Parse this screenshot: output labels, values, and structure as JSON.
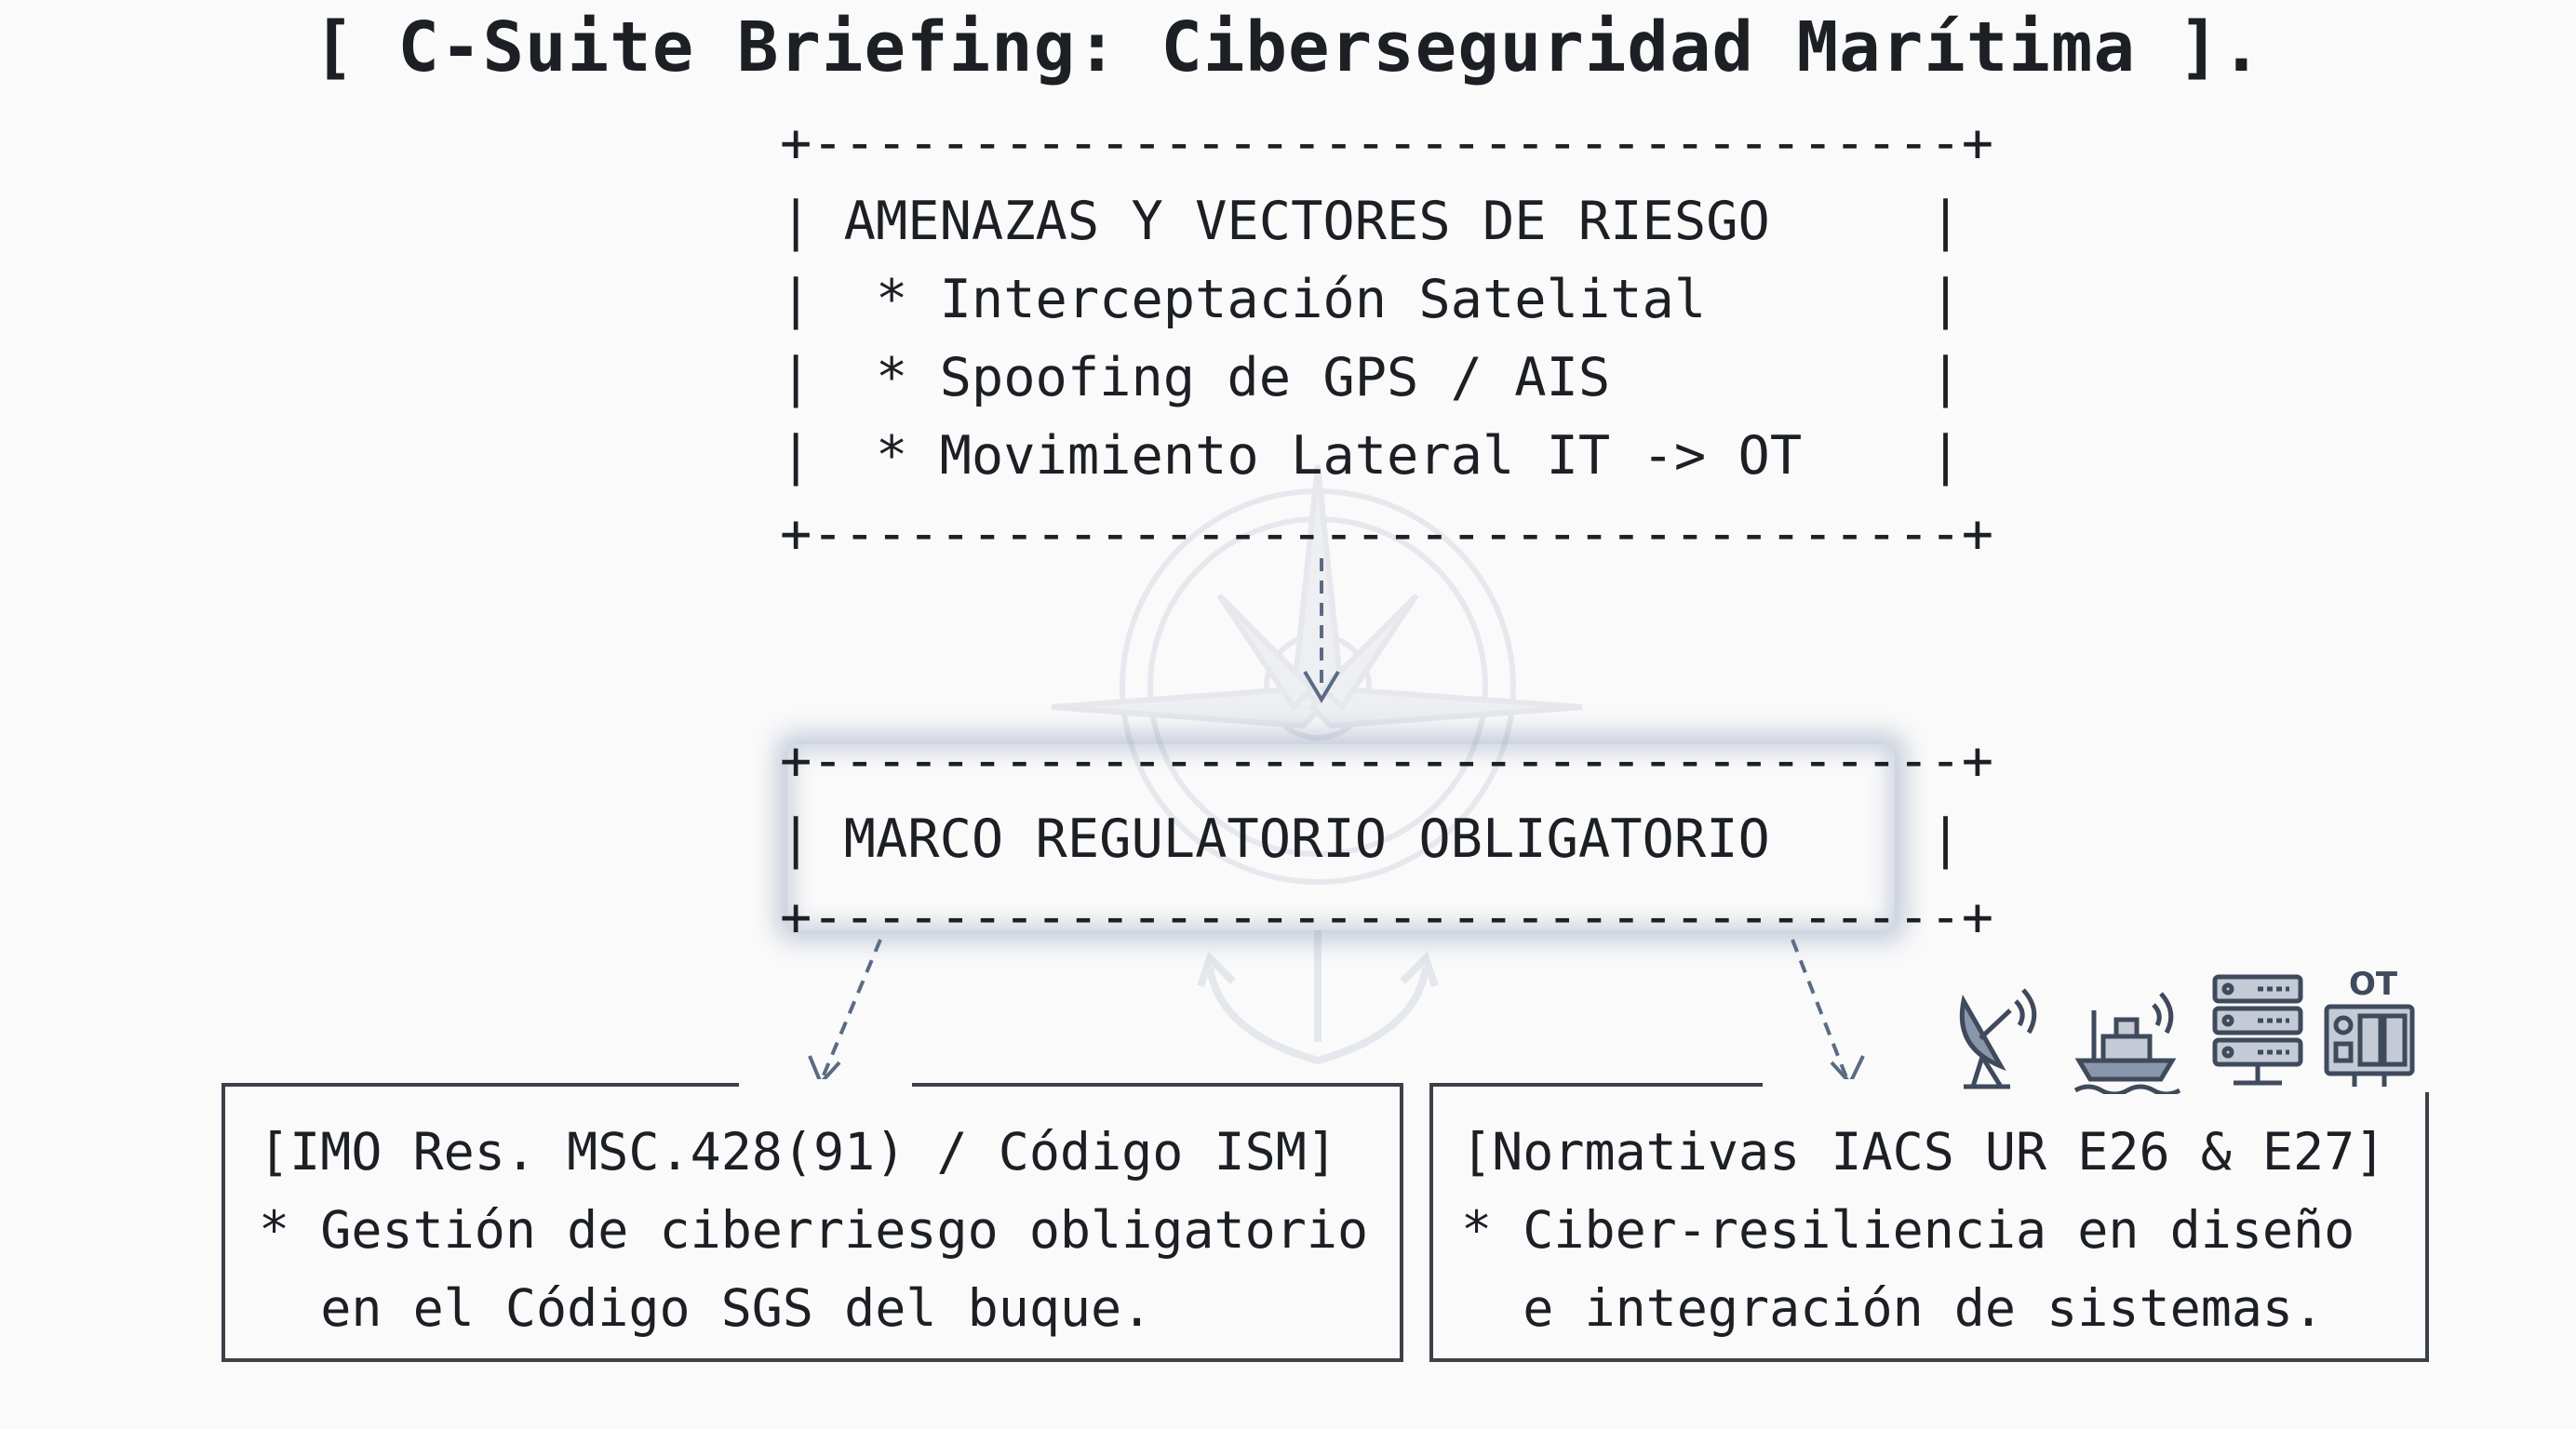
{
  "title": "[ C-Suite Briefing: Ciberseguridad Marítima ].",
  "threats_box": {
    "border_top": "+------------------------------------+",
    "lines": [
      "| AMENAZAS Y VECTORES DE RIESGO     |",
      "|  * Interceptación Satelital       |",
      "|  * Spoofing de GPS / AIS          |",
      "|  * Movimiento Lateral IT -> OT    |"
    ],
    "border_bottom": "+------------------------------------+"
  },
  "regulatory_box": {
    "border_top": "+------------------------------------+",
    "line": "| MARCO REGULATORIO OBLIGATORIO     |",
    "border_bottom": "+------------------------------------+"
  },
  "imo_panel": {
    "heading": "[IMO Res. MSC.428(91) / Código ISM]",
    "line1": "* Gestión de ciberriesgo obligatorio",
    "line2": "  en el Código SGS del buque."
  },
  "iacs_panel": {
    "heading": "[Normativas IACS UR E26 & E27]",
    "line1": "* Ciber-resiliencia en diseño",
    "line2": "  e integración de sistemas."
  },
  "icons": {
    "items": [
      "satellite-dish-icon",
      "ship-icon",
      "server-rack-icon",
      "ot-control-panel-icon"
    ],
    "ot_label": "OT",
    "color": "#3f4a5c"
  },
  "watermarks": [
    "compass-rose-icon",
    "anchor-icon"
  ],
  "colors": {
    "arrow": "#5b6b85",
    "text": "#1c1f24",
    "glow": "#6e82a5"
  }
}
